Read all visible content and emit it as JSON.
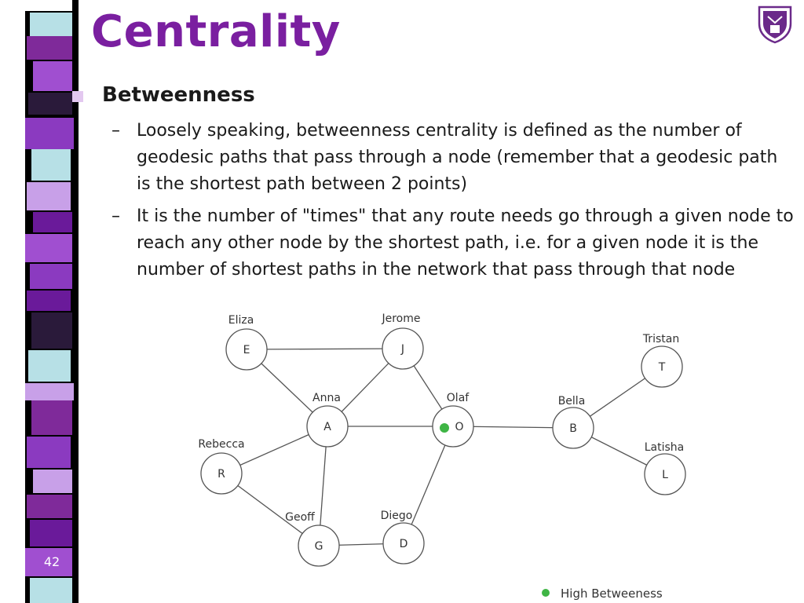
{
  "slide": {
    "title": "Centrality",
    "number": "42",
    "bullet": "Betweenness",
    "sub_bullets": [
      {
        "dash": "–",
        "text": "Loosely speaking, betweenness centrality is defined as the number of geodesic paths that pass through a node (remember that a geodesic path is the shortest path between 2 points)"
      },
      {
        "dash": "–",
        "text": "It is the number of \"times\" that any route needs go through a given node to reach any other node by the shortest path, i.e. for a given node it is the number of shortest paths in the network that pass through that node"
      }
    ]
  },
  "colors": {
    "title": "#7a1fa0",
    "highlight": "#3fb545",
    "strip": [
      "#ffffff",
      "#b7e0e6",
      "#7f2a9a",
      "#a04fd0",
      "#2a1a3a",
      "#8b3ac0",
      "#c8a0e8",
      "#6a1a9a"
    ]
  },
  "graph": {
    "nodes": [
      {
        "id": "E",
        "name": "Eliza"
      },
      {
        "id": "J",
        "name": "Jerome"
      },
      {
        "id": "T",
        "name": "Tristan"
      },
      {
        "id": "A",
        "name": "Anna"
      },
      {
        "id": "O",
        "name": "Olaf",
        "high_betweenness": true
      },
      {
        "id": "B",
        "name": "Bella"
      },
      {
        "id": "R",
        "name": "Rebecca"
      },
      {
        "id": "L",
        "name": "Latisha"
      },
      {
        "id": "G",
        "name": "Geoff"
      },
      {
        "id": "D",
        "name": "Diego"
      }
    ],
    "edges": [
      [
        "E",
        "J"
      ],
      [
        "E",
        "A"
      ],
      [
        "J",
        "A"
      ],
      [
        "J",
        "O"
      ],
      [
        "A",
        "O"
      ],
      [
        "O",
        "B"
      ],
      [
        "B",
        "T"
      ],
      [
        "B",
        "L"
      ],
      [
        "A",
        "R"
      ],
      [
        "A",
        "G"
      ],
      [
        "R",
        "G"
      ],
      [
        "G",
        "D"
      ],
      [
        "D",
        "O"
      ]
    ],
    "legend": {
      "label": "High Betweeness",
      "icon": "green-dot-icon"
    }
  }
}
